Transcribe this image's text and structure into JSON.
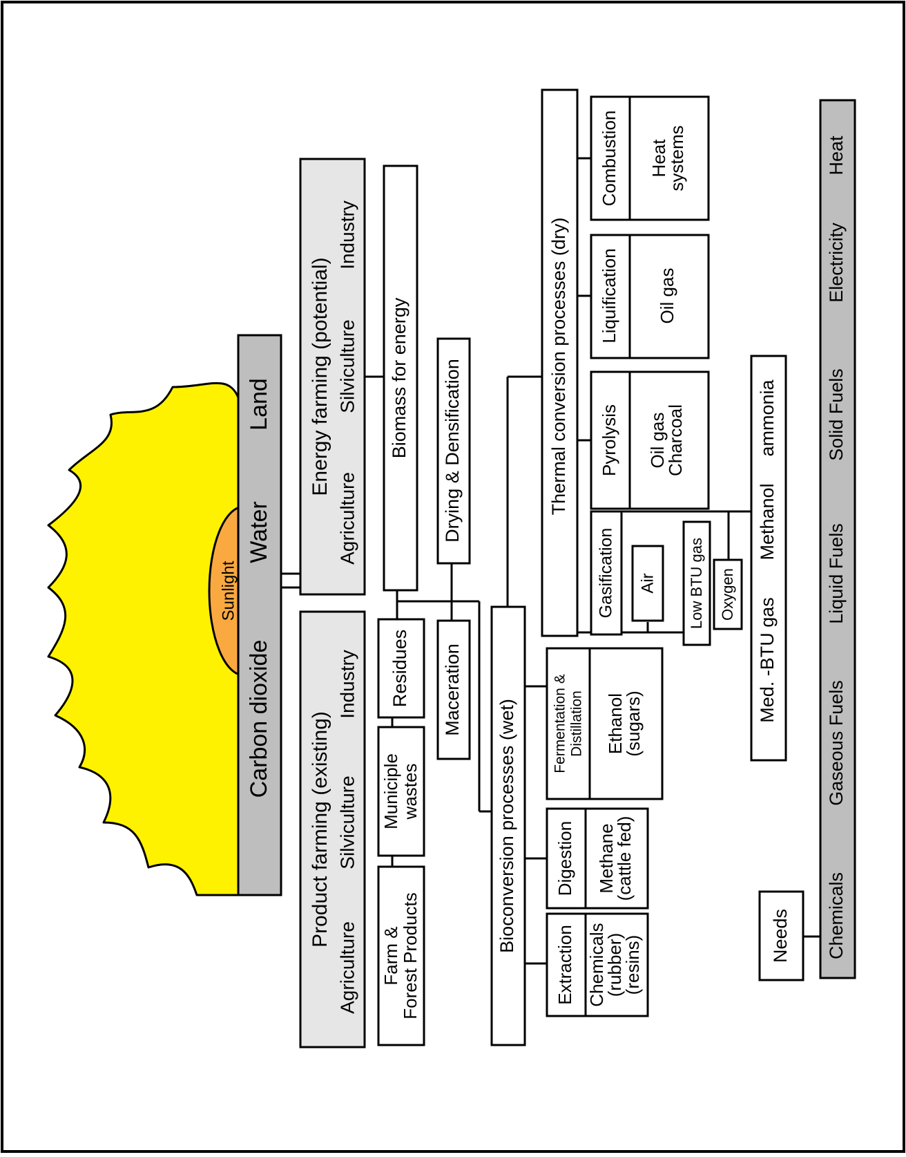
{
  "sun": {
    "center_label": "Sunlight",
    "inputs": [
      "Carbon dioxide",
      "Water",
      "Land"
    ],
    "colors": {
      "rays": "#FFF200",
      "core": "#F9A940",
      "outline": "#000000"
    }
  },
  "product_farming": {
    "title": "Product farming (existing)",
    "items": [
      "Agriculture",
      "Silviculture",
      "Industry"
    ]
  },
  "energy_farming": {
    "title": "Energy farming (potential)",
    "items": [
      "Agriculture",
      "Silviculture",
      "Industry"
    ]
  },
  "sources": {
    "farm_forest": [
      "Farm &",
      "Forest Products"
    ],
    "municipal": [
      "Municiple",
      "wastes"
    ],
    "residues": "Residues",
    "biomass_for_energy": "Biomass for energy"
  },
  "preprocessing": {
    "maceration": "Maceration",
    "drying": "Drying & Densification"
  },
  "bioconversion": {
    "title": "Bioconversion processes (wet)",
    "processes": [
      {
        "name": [
          "Extraction"
        ],
        "product": [
          "Chemicals",
          "(rubber)",
          "(resins)"
        ]
      },
      {
        "name": [
          "Digestion"
        ],
        "product": [
          "Methane",
          "(cattle fed)"
        ]
      },
      {
        "name": [
          "Fermentation &",
          "Distillation"
        ],
        "product": [
          "Ethanol",
          "(sugars)"
        ]
      }
    ]
  },
  "thermal": {
    "title": "Thermal conversion processes (dry)",
    "processes": [
      {
        "name": "Pyrolysis",
        "product": [
          "Oil gas",
          "Charcoal"
        ]
      },
      {
        "name": "Liquification",
        "product": [
          "Oil gas"
        ]
      },
      {
        "name": "Combustion",
        "product": [
          "Heat",
          "systems"
        ]
      }
    ],
    "gasification": {
      "name": "Gasification",
      "air": "Air",
      "low_btu": "Low BTU gas",
      "oxygen": "Oxygen",
      "medium_btu": [
        "Med. -BTU gas",
        "Methanol",
        "ammonia"
      ]
    }
  },
  "needs": {
    "label": "Needs",
    "items": [
      "Chemicals",
      "Gaseous Fuels",
      "Liquid Fuels",
      "Solid Fuels",
      "Electricity",
      "Heat"
    ]
  },
  "colors": {
    "shaded_box": "#E6E6E6",
    "dark_box": "#BEBEBE",
    "line": "#000000"
  }
}
